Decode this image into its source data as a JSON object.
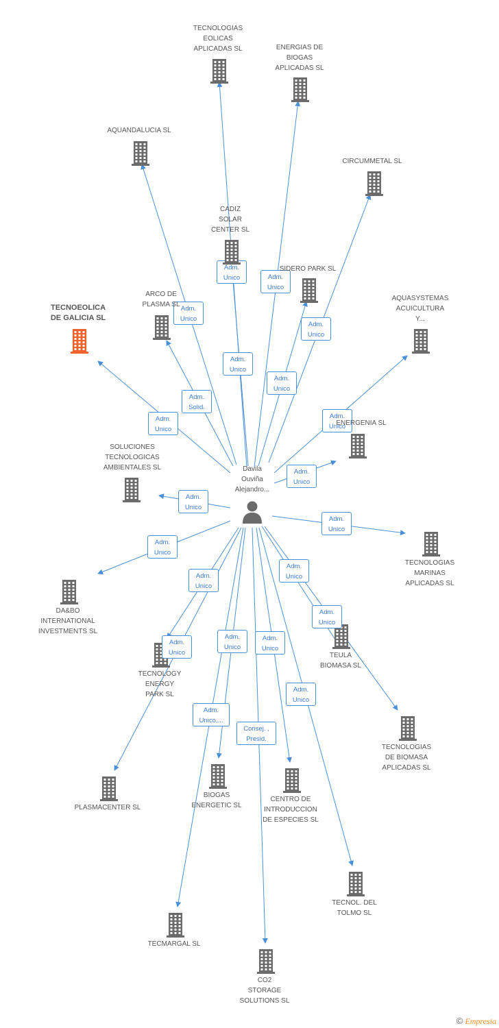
{
  "center": {
    "name": "Davila\nOuviña\nAlejandro..."
  },
  "companies": [
    {
      "name": "TECNOLOGIAS\nEOLICAS\nAPLICADAS SL",
      "role": "Adm.\nUnico",
      "highlight": false
    },
    {
      "name": "ENERGIAS DE\nBIOGAS\nAPLICADAS SL",
      "role": "Adm.\nUnico",
      "highlight": false
    },
    {
      "name": "AQUANDALUCIA SL",
      "role": "Adm.\nUnico",
      "highlight": false
    },
    {
      "name": "CIRCUMMETAL SL",
      "role": "Adm.\nUnico",
      "highlight": false
    },
    {
      "name": "CADIZ\nSOLAR\nCENTER SL",
      "role": "Adm.\nUnico",
      "highlight": false
    },
    {
      "name": "SIDERO PARK SL",
      "role": "Adm.\nUnico",
      "highlight": false
    },
    {
      "name": "TECNOEOLICA\nDE GALICIA SL",
      "role": "Adm.\nUnico",
      "highlight": true
    },
    {
      "name": "ARCO DE\nPLASMA SL",
      "role": "Adm.\nSolid.",
      "highlight": false
    },
    {
      "name": "AQUASYSTEMAS\nACUICULTURA\nY...",
      "role": "Adm.\nUnico",
      "highlight": false
    },
    {
      "name": "ENERGENIA SL",
      "role": "Adm.\nUnico",
      "highlight": false
    },
    {
      "name": "SOLUCIONES\nTECNOLOGICAS\nAMBIENTALES SL",
      "role": "Adm.\nUnico",
      "highlight": false
    },
    {
      "name": "TECNOLOGIAS\nMARINAS\nAPLICADAS SL",
      "role": "Adm.\nUnico",
      "highlight": false
    },
    {
      "name": "DA&BO\nINTERNATIONAL\nINVESTMENTS SL",
      "role": "Adm.\nUnico",
      "highlight": false
    },
    {
      "name": "TEULA\nBIOMASA SL",
      "role": "Adm.\nUnico",
      "highlight": false
    },
    {
      "name": "TECNOLOGY\nENERGY\nPARK SL",
      "role": "Adm.\nUnico",
      "highlight": false
    },
    {
      "name": "TECNOLOGIAS\nDE BIOMASA\nAPLICADAS SL",
      "role": "Adm.\nUnico",
      "highlight": false
    },
    {
      "name": "PLASMACENTER SL",
      "role": "Adm.\nUnico",
      "highlight": false
    },
    {
      "name": "BIOGAS\nENERGETIC SL",
      "role": "Adm.\nUnico",
      "highlight": false
    },
    {
      "name": "CENTRO DE\nINTRODUCCION\nDE ESPECIES SL",
      "role": "Adm.\nUnico",
      "highlight": false
    },
    {
      "name": "TECNOL.  DEL\nTOLMO SL",
      "role": "Adm.\nUnico",
      "highlight": false
    },
    {
      "name": "TECMARGAL SL",
      "role": "Adm.\nUnico,...",
      "highlight": false
    },
    {
      "name": "CO2\nSTORAGE\nSOLUTIONS SL",
      "role": "Consej. ,\nPresid.",
      "highlight": false
    }
  ],
  "colors": {
    "edge": "#4a90d9",
    "building": "#6b6b6b",
    "highlight": "#f0622b",
    "text": "#555555"
  },
  "footer": {
    "copyright": "©",
    "brand": "Empresia"
  }
}
